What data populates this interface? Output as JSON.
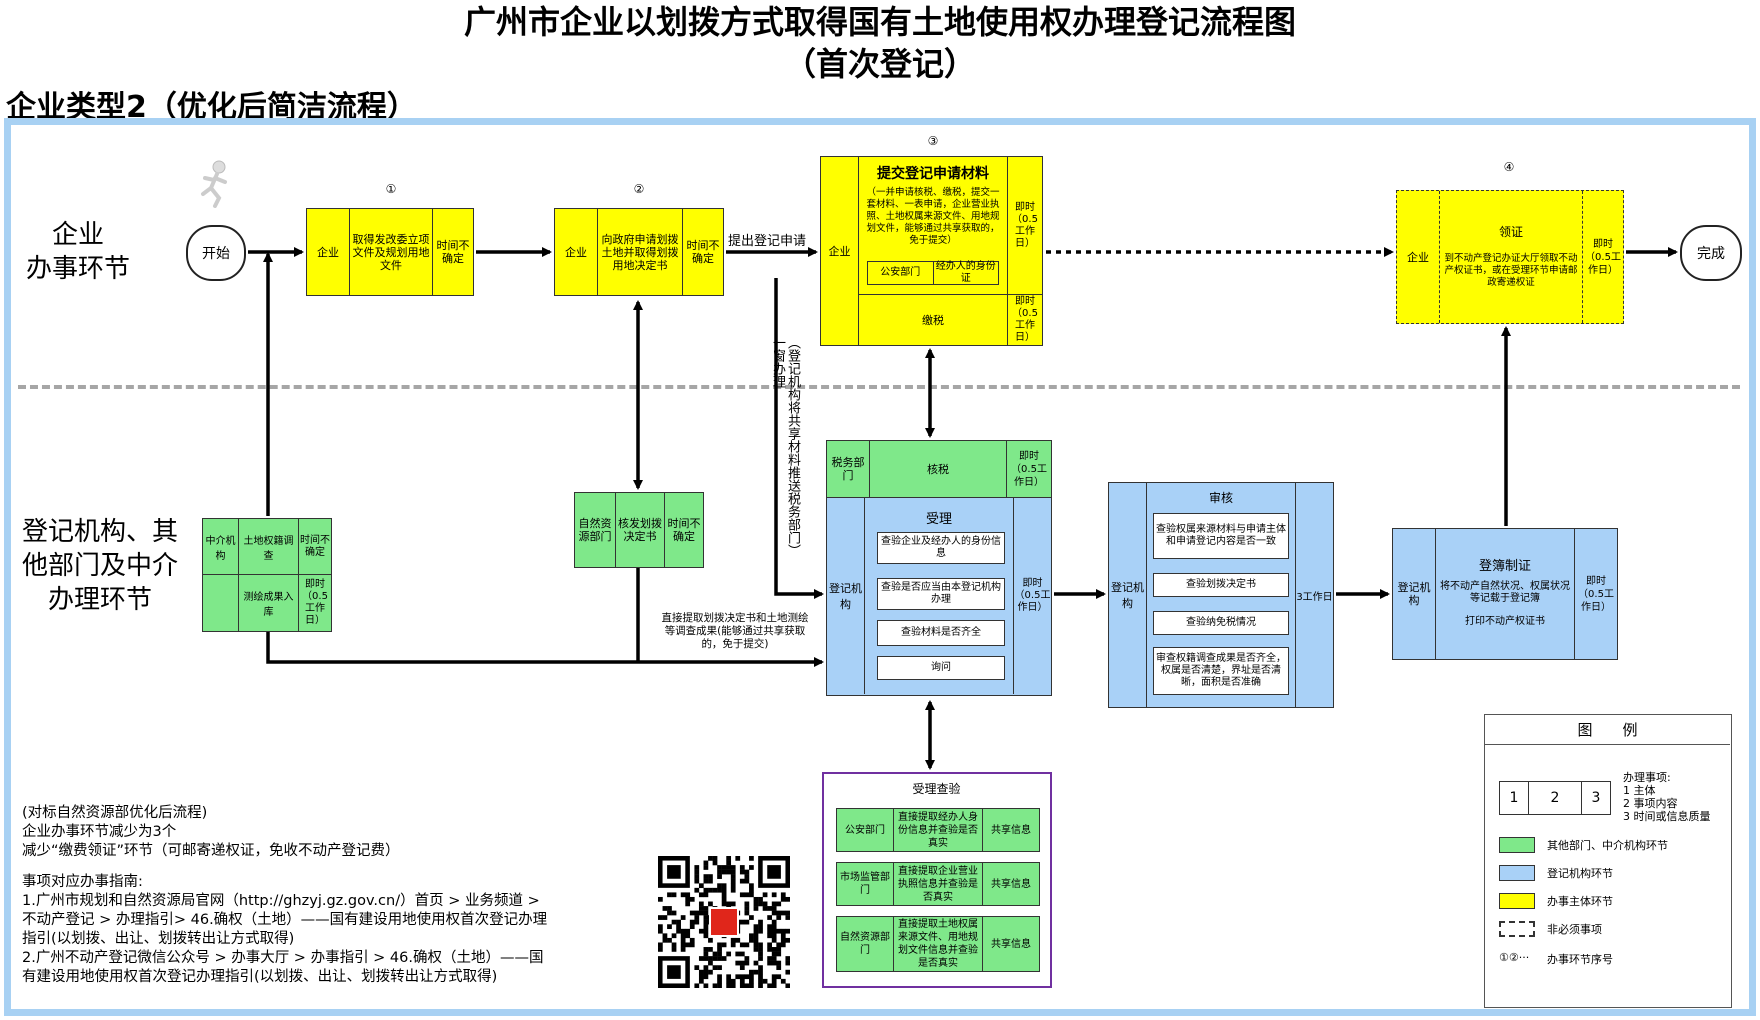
{
  "title_line1": "广州市企业以划拨方式取得国有土地使用权办理登记流程图",
  "title_line2": "（首次登记）",
  "subtitle": "企业类型2（优化后简洁流程）",
  "lanes": {
    "enterprise": "企业\n办事环节",
    "agency": "登记机构、其\n他部门及中介\n办理环节"
  },
  "start": "开始",
  "end": "完成",
  "step_nums": [
    "①",
    "②",
    "③",
    "④"
  ],
  "step1": {
    "actor": "企业",
    "content": "取得发改委立项文件及规划用地文件",
    "time": "时间不确定"
  },
  "step2": {
    "actor": "企业",
    "content": "向政府申请划拨土地并取得划拨用地决定书",
    "time": "时间不确定"
  },
  "apply_label": "提出登记申请",
  "step3": {
    "actor": "企业",
    "title": "提交登记申请材料",
    "content": "（一并申请核税、缴税，提交一套材料、一表申请，企业营业执照、土地权属来源文件、用地规划文件，能够通过共享获取的，免于提交）",
    "inner_a": "公安部门",
    "inner_b": "经办人的身份证",
    "time1": "即时（0.5工作日）",
    "tax": "缴税",
    "time2": "即时（0.5工作日）"
  },
  "step4": {
    "actor": "企业",
    "title": "领证",
    "content": "到不动产登记办证大厅领取不动产权证书，或在受理环节申请邮政寄递权证",
    "time": "即时（0.5工作日）"
  },
  "push_label": "（登记机构将共享材料推送税务部门）一窗办理",
  "survey": {
    "actor": "中介机构",
    "a": "土地权籍调查",
    "a_time": "时间不确定",
    "b": "测绘成果入库",
    "b_time": "即时（0.5工作日）"
  },
  "natres": {
    "actor": "自然资源部门",
    "content": "核发划拨决定书",
    "time": "时间不确定"
  },
  "tax_check": {
    "actor": "税务部门",
    "content": "核税",
    "time": "即时（0.5工作日）"
  },
  "accept": {
    "actor": "登记机构",
    "title": "受理",
    "items": [
      "查验企业及经办人的身份信息",
      "查验是否应当由本登记机构办理",
      "查验材料是否齐全",
      "询问"
    ],
    "time": "即时（0.5工作日）"
  },
  "direct_label": "直接提取划拨决定书和土地测绘等调查成果(能够通过共享获取的，免于提交)",
  "review": {
    "actor": "登记机构",
    "title": "审核",
    "items": [
      "查验权属来源材料与申请主体和申请登记内容是否一致",
      "查验划拨决定书",
      "查验纳免税情况",
      "审查权籍调查成果是否齐全，权属是否清楚，界址是否清晰，面积是否准确"
    ],
    "time": "3工作日"
  },
  "register": {
    "actor": "登记机构",
    "title": "登簿制证",
    "line1": "将不动产自然状况、权属状况等记载于登记簿",
    "line2": "打印不动产权证书",
    "time": "即时（0.5工作日）"
  },
  "verify": {
    "title": "受理查验",
    "rows": [
      {
        "dept": "公安部门",
        "content": "直接提取经办人身份信息并查验是否真实",
        "share": "共享信息"
      },
      {
        "dept": "市场监管部门",
        "content": "直接提取企业营业执照信息并查验是否真实",
        "share": "共享信息"
      },
      {
        "dept": "自然资源部门",
        "content": "直接提取土地权属来源文件、用地规划文件信息并查验是否真实",
        "share": "共享信息"
      }
    ]
  },
  "notes": [
    "(对标自然资源部优化后流程)",
    "企业办事环节减少为3个",
    "减少“缴费领证”环节（可邮寄递权证，免收不动产登记费）",
    "",
    "事项对应办事指南:",
    "1.广州市规划和自然资源局官网（http://ghzyj.gz.gov.cn/）首页 > 业务频道 >",
    "不动产登记 > 办理指引> 46.确权（土地）——国有建设用地使用权首次登记办理",
    "指引(以划拨、出让、划拨转出让方式取得)",
    "2.广州不动产登记微信公众号 > 办事大厅 > 办事指引 > 46.确权（土地）——国",
    "有建设用地使用权首次登记办理指引(以划拨、出让、划拨转出让方式取得)"
  ],
  "legend": {
    "title": "图　　例",
    "cells": [
      "1",
      "2",
      "3"
    ],
    "items_label": "办理事项:",
    "items": [
      "1 主体",
      "2 事项内容",
      "3 时间或信息质量"
    ],
    "green": "其他部门、中介机构环节",
    "blue": "登记机构环节",
    "yellow": "办事主体环节",
    "dashed": "非必须事项",
    "seq": "办事环节序号",
    "seq_sym": "①②···"
  },
  "colors": {
    "yellow": "#ffff00",
    "green": "#7fe88a",
    "blue": "#a9d1f7",
    "frame": "#a8d1f3",
    "purple": "#7030a0"
  },
  "icons": [
    "runner-icon",
    "qr-code-icon"
  ]
}
